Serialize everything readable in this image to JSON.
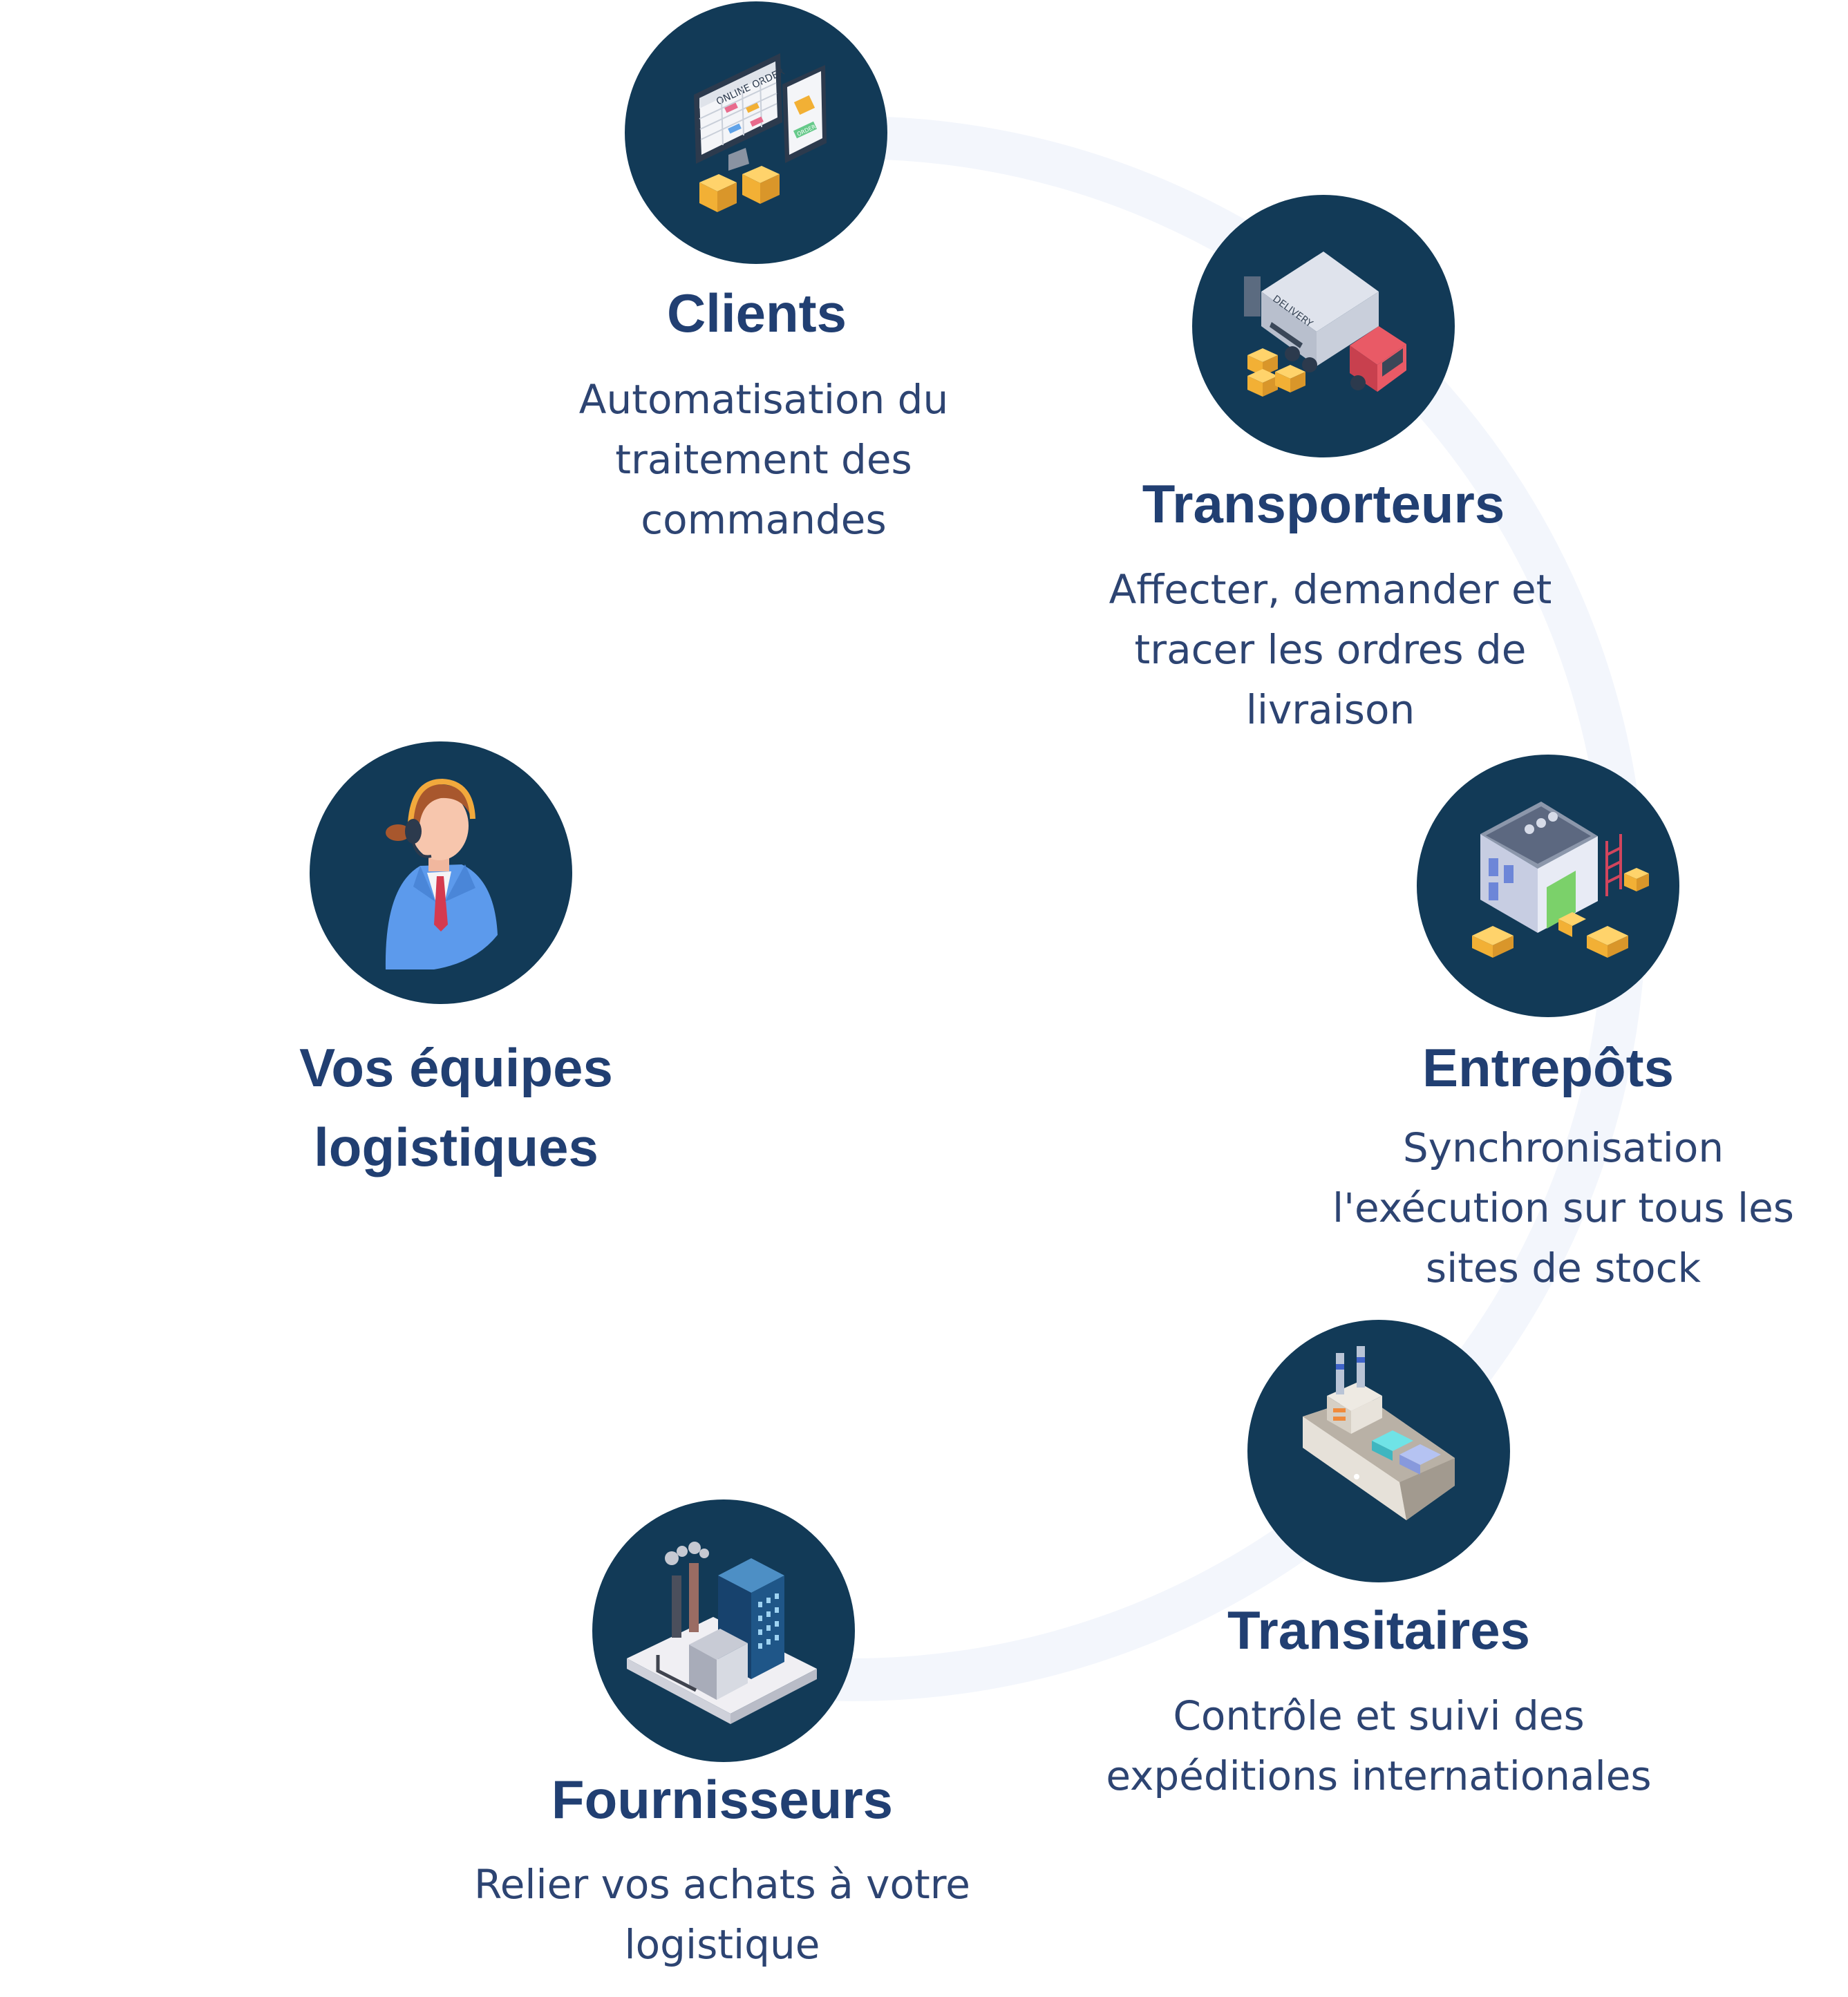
{
  "colors": {
    "node_fill": "#123a57",
    "title": "#213f72",
    "text": "#2d4472",
    "ring": "#f3f6fc"
  },
  "nodes": [
    {
      "id": "clients",
      "icon": "online-order-computer-icon",
      "icon_text": [
        "ONLINE ORDER",
        "ORDER"
      ],
      "title": "Clients",
      "desc": [
        "Automatisation du",
        "traitement des",
        "commandes"
      ]
    },
    {
      "id": "transporteurs",
      "icon": "delivery-truck-icon",
      "icon_text": [
        "DELIVERY"
      ],
      "title": "Transporteurs",
      "desc": [
        "Affecter, demander et",
        "tracer les ordres de",
        "livraison"
      ]
    },
    {
      "id": "entrepots",
      "icon": "warehouse-icon",
      "title": "Entrepôts",
      "desc": [
        "Synchronisation",
        "l'exécution sur tous les",
        "sites de stock"
      ]
    },
    {
      "id": "transitaires",
      "icon": "cargo-ship-icon",
      "title": "Transitaires",
      "desc": [
        "Contrôle et suivi des",
        "expéditions internationales"
      ]
    },
    {
      "id": "fournisseurs",
      "icon": "factory-icon",
      "title": "Fournisseurs",
      "desc": [
        "Relier vos achats à votre",
        "logistique"
      ]
    },
    {
      "id": "equipes",
      "icon": "headset-agent-icon",
      "title_lines": [
        "Vos équipes",
        "logistiques"
      ]
    }
  ]
}
